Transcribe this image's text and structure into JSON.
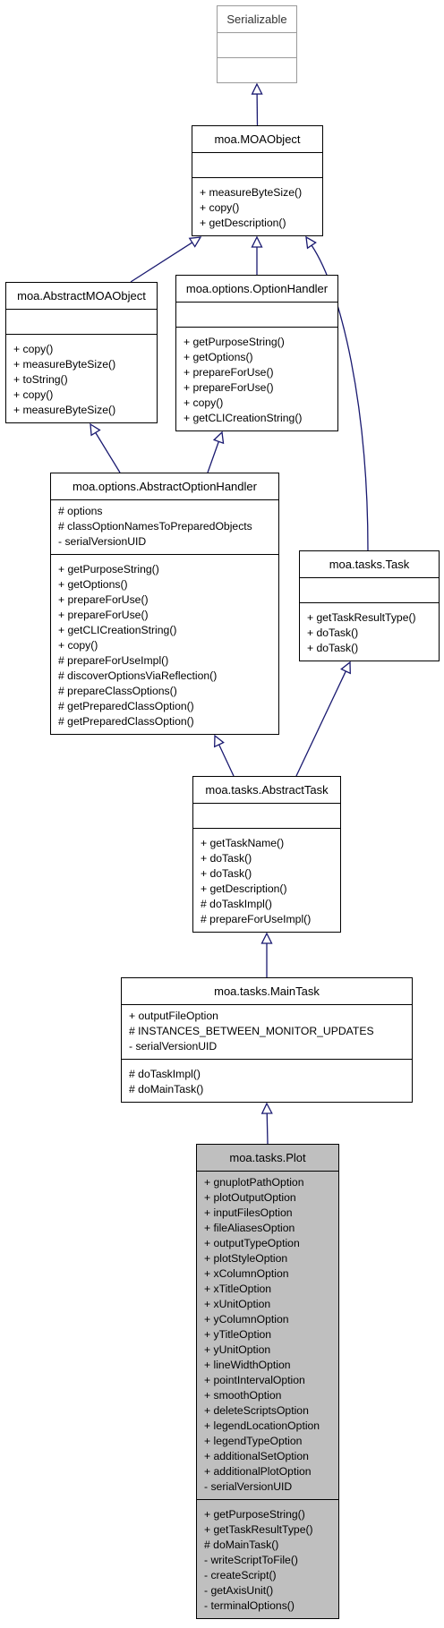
{
  "classes": [
    {
      "id": "serializable",
      "name": "Serializable",
      "style": "interface",
      "attributes": [],
      "methods": []
    },
    {
      "id": "moaobject",
      "name": "moa.MOAObject",
      "style": "normal",
      "attributes": [],
      "methods": [
        "+ measureByteSize()",
        "+ copy()",
        "+ getDescription()"
      ]
    },
    {
      "id": "abstractmoaobject",
      "name": "moa.AbstractMOAObject",
      "style": "normal",
      "attributes": [],
      "methods": [
        "+ copy()",
        "+ measureByteSize()",
        "+ toString()",
        "+ copy()",
        "+ measureByteSize()"
      ]
    },
    {
      "id": "optionhandler",
      "name": "moa.options.OptionHandler",
      "style": "normal",
      "attributes": [],
      "methods": [
        "+ getPurposeString()",
        "+ getOptions()",
        "+ prepareForUse()",
        "+ prepareForUse()",
        "+ copy()",
        "+ getCLICreationString()"
      ]
    },
    {
      "id": "abstractoptionhandler",
      "name": "moa.options.AbstractOptionHandler",
      "style": "normal",
      "attributes": [
        "# options",
        "# classOptionNamesToPreparedObjects",
        "- serialVersionUID"
      ],
      "methods": [
        "+ getPurposeString()",
        "+ getOptions()",
        "+ prepareForUse()",
        "+ prepareForUse()",
        "+ getCLICreationString()",
        "+ copy()",
        "# prepareForUseImpl()",
        "# discoverOptionsViaReflection()",
        "# prepareClassOptions()",
        "# getPreparedClassOption()",
        "# getPreparedClassOption()"
      ]
    },
    {
      "id": "task",
      "name": "moa.tasks.Task",
      "style": "normal",
      "attributes": [],
      "methods": [
        "+ getTaskResultType()",
        "+ doTask()",
        "+ doTask()"
      ]
    },
    {
      "id": "abstracttask",
      "name": "moa.tasks.AbstractTask",
      "style": "normal",
      "attributes": [],
      "methods": [
        "+ getTaskName()",
        "+ doTask()",
        "+ doTask()",
        "+ getDescription()",
        "# doTaskImpl()",
        "# prepareForUseImpl()"
      ]
    },
    {
      "id": "maintask",
      "name": "moa.tasks.MainTask",
      "style": "normal",
      "attributes": [
        "+ outputFileOption",
        "# INSTANCES_BETWEEN_MONITOR_UPDATES",
        "- serialVersionUID"
      ],
      "methods": [
        "# doTaskImpl()",
        "# doMainTask()"
      ]
    },
    {
      "id": "plot",
      "name": "moa.tasks.Plot",
      "style": "focus",
      "attributes": [
        "+ gnuplotPathOption",
        "+ plotOutputOption",
        "+ inputFilesOption",
        "+ fileAliasesOption",
        "+ outputTypeOption",
        "+ plotStyleOption",
        "+ xColumnOption",
        "+ xTitleOption",
        "+ xUnitOption",
        "+ yColumnOption",
        "+ yTitleOption",
        "+ yUnitOption",
        "+ lineWidthOption",
        "+ pointIntervalOption",
        "+ smoothOption",
        "+ deleteScriptsOption",
        "+ legendLocationOption",
        "+ legendTypeOption",
        "+ additionalSetOption",
        "+ additionalPlotOption",
        "- serialVersionUID"
      ],
      "methods": [
        "+ getPurposeString()",
        "+ getTaskResultType()",
        "# doMainTask()",
        "- writeScriptToFile()",
        "- createScript()",
        "- getAxisUnit()",
        "- terminalOptions()"
      ]
    }
  ],
  "inheritance": [
    {
      "from": "moaobject",
      "to": "serializable"
    },
    {
      "from": "abstractmoaobject",
      "to": "moaobject"
    },
    {
      "from": "optionhandler",
      "to": "moaobject"
    },
    {
      "from": "task",
      "to": "moaobject"
    },
    {
      "from": "abstractoptionhandler",
      "to": "abstractmoaobject"
    },
    {
      "from": "abstractoptionhandler",
      "to": "optionhandler"
    },
    {
      "from": "abstracttask",
      "to": "abstractoptionhandler"
    },
    {
      "from": "abstracttask",
      "to": "task"
    },
    {
      "from": "maintask",
      "to": "abstracttask"
    },
    {
      "from": "plot",
      "to": "maintask"
    }
  ],
  "colors": {
    "edge": "#191970",
    "focus_fill": "#bfbfbf",
    "interface_border": "#9a9a9a"
  }
}
